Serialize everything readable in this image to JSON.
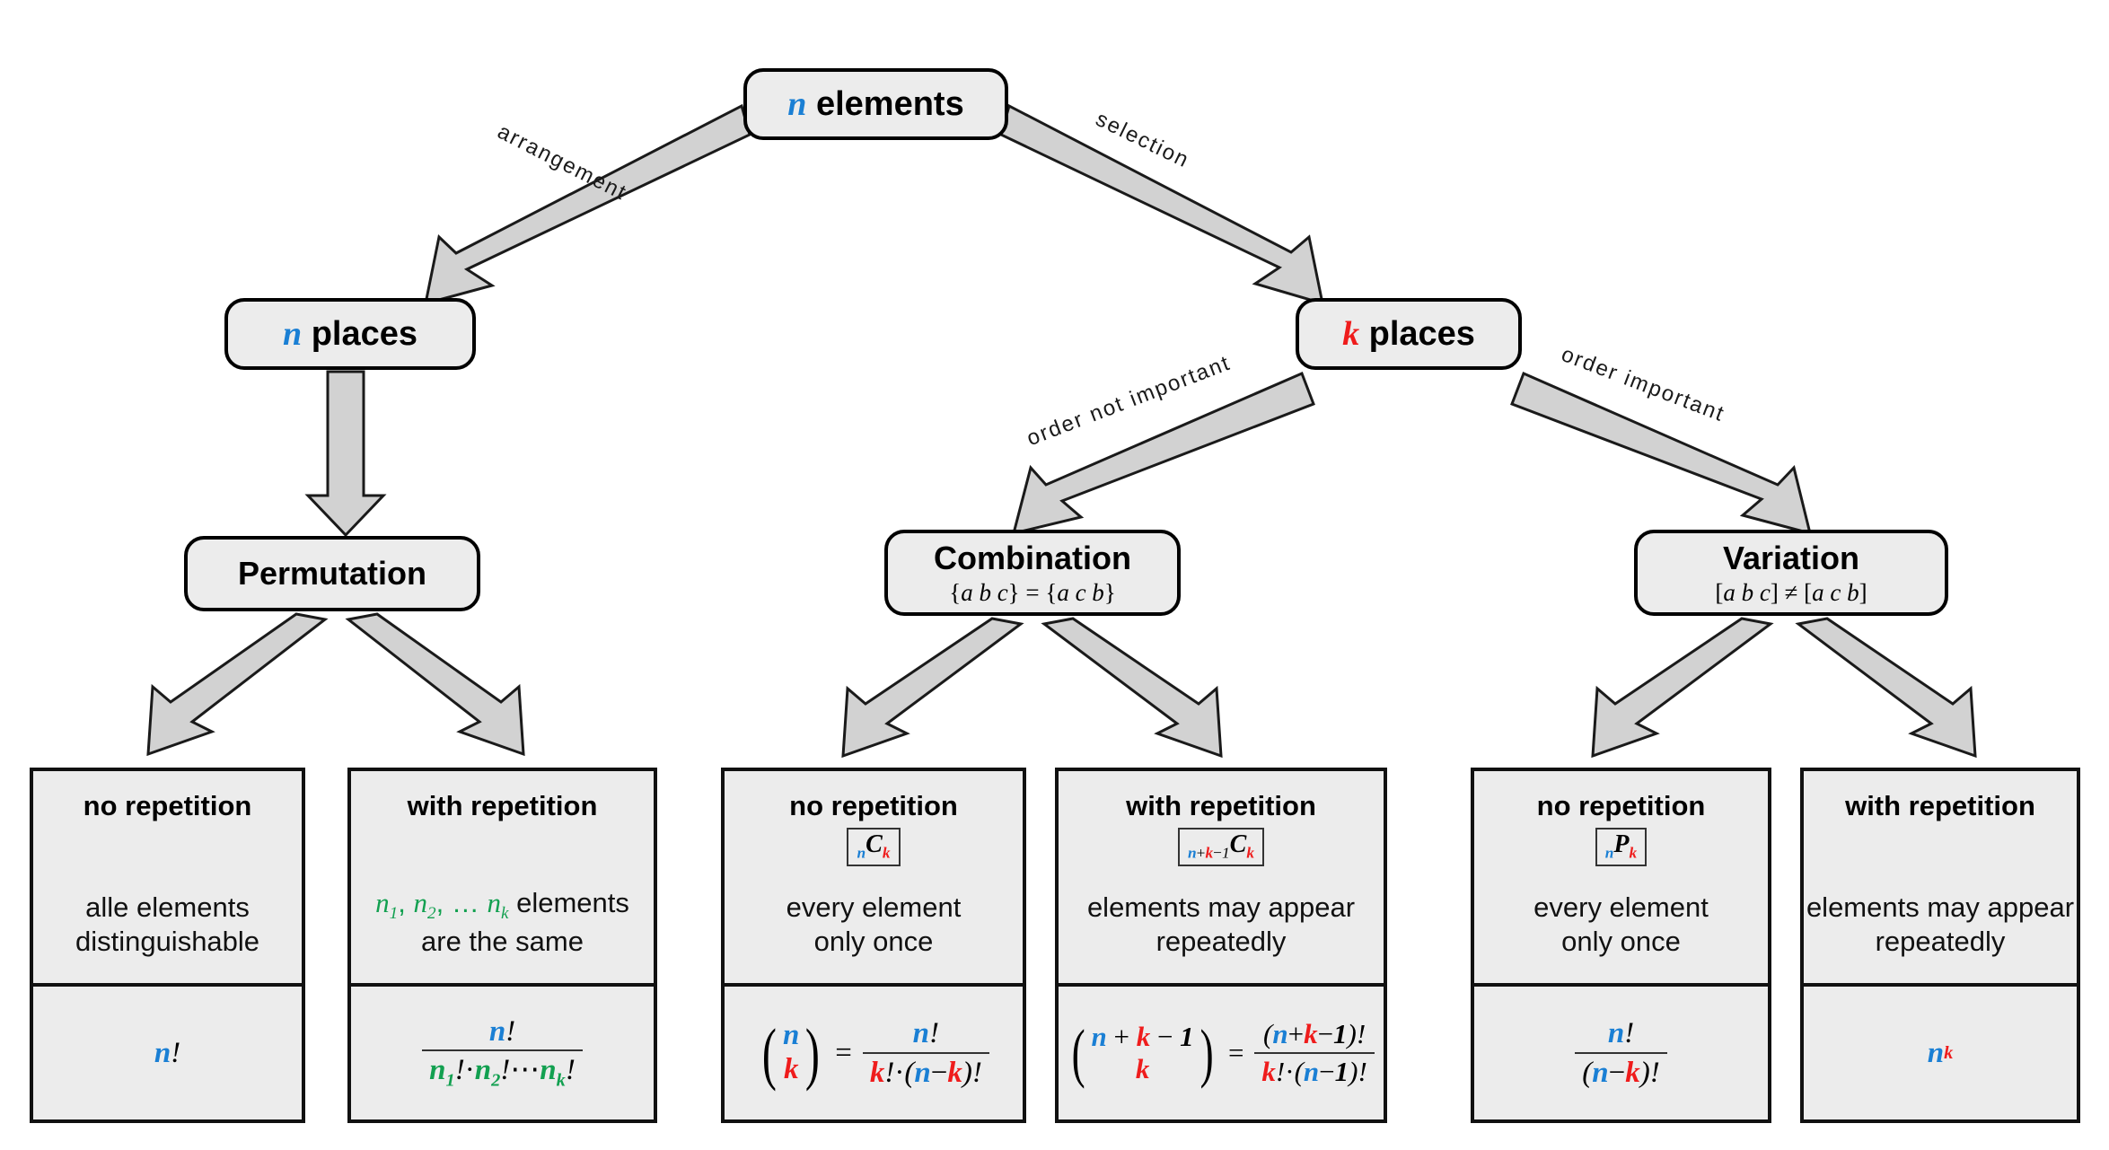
{
  "diagram": {
    "title": "Combinatorics decision tree",
    "colors": {
      "n": "#1a7fd4",
      "k": "#ef1c1c",
      "multi": "#12a050",
      "box_fill": "#ececec",
      "border": "#000000",
      "arrow_fill": "#d2d2d2"
    }
  },
  "nodes": {
    "root": {
      "var": "n",
      "label": "elements"
    },
    "n_places": {
      "var": "n",
      "label": "places"
    },
    "k_places": {
      "var": "k",
      "label": "places"
    },
    "permutation": {
      "title": "Permutation",
      "equation": ""
    },
    "combination": {
      "title": "Combination",
      "equation": "{a b c} = {a c b}"
    },
    "variation": {
      "title": "Variation",
      "equation": "[a b c] ≠ [a c b]"
    }
  },
  "edges": [
    {
      "id": "root-to-n-places",
      "label": "arrangement"
    },
    {
      "id": "root-to-k-places",
      "label": "selection"
    },
    {
      "id": "n-places-to-permutation",
      "label": ""
    },
    {
      "id": "k-places-to-combination",
      "label": "order not important"
    },
    {
      "id": "k-places-to-variation",
      "label": "order important"
    },
    {
      "id": "permutation-to-no-repetition",
      "label": ""
    },
    {
      "id": "permutation-to-with-repetition",
      "label": ""
    },
    {
      "id": "combination-to-no-repetition",
      "label": ""
    },
    {
      "id": "combination-to-with-repetition",
      "label": ""
    },
    {
      "id": "variation-to-no-repetition",
      "label": ""
    },
    {
      "id": "variation-to-with-repetition",
      "label": ""
    }
  ],
  "leaves": {
    "perm_no_rep": {
      "head": "no repetition",
      "notation": "",
      "desc_line1": "alle elements",
      "desc_line2": "distinguishable",
      "formula": "n!"
    },
    "perm_with_rep": {
      "head": "with repetition",
      "notation": "",
      "desc_line1": "n₁, n₂, … nₖ elements",
      "desc_line2": "are the same",
      "formula": "n! / (n₁! · n₂! ⋯ nₖ!)"
    },
    "comb_no_rep": {
      "head": "no repetition",
      "notation": "nCk",
      "desc_line1": "every element",
      "desc_line2": "only once",
      "formula": "(n over k) = n! / (k! · (n − k)!)"
    },
    "comb_with_rep": {
      "head": "with repetition",
      "notation": "n+k−1Ck",
      "desc_line1": "elements may appear",
      "desc_line2": "repeatedly",
      "formula": "(n+k−1 over k) = (n + k − 1)! / (k! · (n − 1)!)"
    },
    "var_no_rep": {
      "head": "no repetition",
      "notation": "nPk",
      "desc_line1": "every element",
      "desc_line2": "only once",
      "formula": "n! / (n − k)!"
    },
    "var_with_rep": {
      "head": "with repetition",
      "notation": "",
      "desc_line1": "elements may appear",
      "desc_line2": "repeatedly",
      "formula": "n^k"
    }
  },
  "symbols": {
    "n": "n",
    "k": "k",
    "one": "1",
    "C": "C",
    "P": "P",
    "bang": "!",
    "dot": "·",
    "plus": "+",
    "minus": "−",
    "equals": "=",
    "ellipsis": "⋯",
    "comma": ",",
    "n1": "n",
    "n2": "n",
    "nk": "n",
    "s1": "1",
    "s2": "2",
    "sk": "k",
    "lparen": "(",
    "rparen": ")",
    "dots3": "…",
    "elements_word": "elements"
  }
}
